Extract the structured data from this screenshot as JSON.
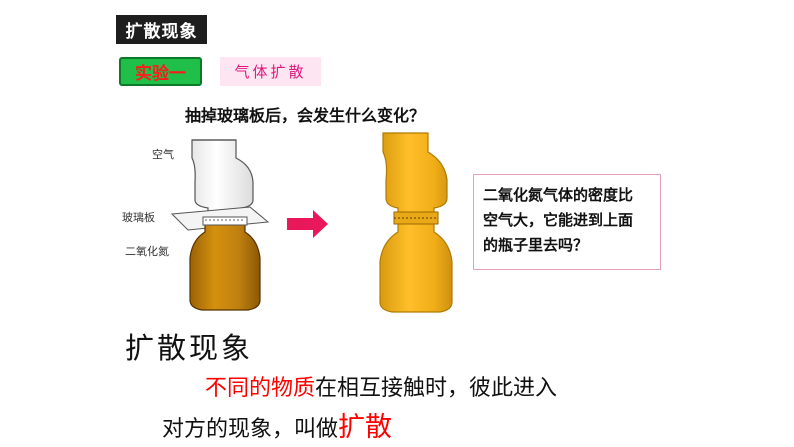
{
  "slide": {
    "title": "扩散现象",
    "experiment_badge": "实验一",
    "experiment_name": "气体扩散",
    "question": "抽掉玻璃板后，会发生什么变化？",
    "labels": {
      "air": "空气",
      "glass_plate": "玻璃板",
      "no2": "二氧化氮"
    },
    "info_box_lines": [
      "二氧化氮气体的密度比",
      "空气大，它能进到上面",
      "的瓶子里去吗？"
    ],
    "heading": "扩散现象",
    "definition": {
      "line1_red": "不同的物质",
      "line1_rest": "在相互接触时，彼此进入",
      "line2_rest": "对方的现象，叫做",
      "line2_red": "扩散"
    }
  },
  "colors": {
    "gas_color": "#c8860d",
    "arrow_color": "#e8185a",
    "badge_bg": "#1fbf4a",
    "badge_text": "#ff1a1a",
    "name_bg": "#fde6f1",
    "name_text": "#e0197d",
    "highlight": "#ff0000"
  },
  "icons": [
    "right-arrow-icon"
  ]
}
